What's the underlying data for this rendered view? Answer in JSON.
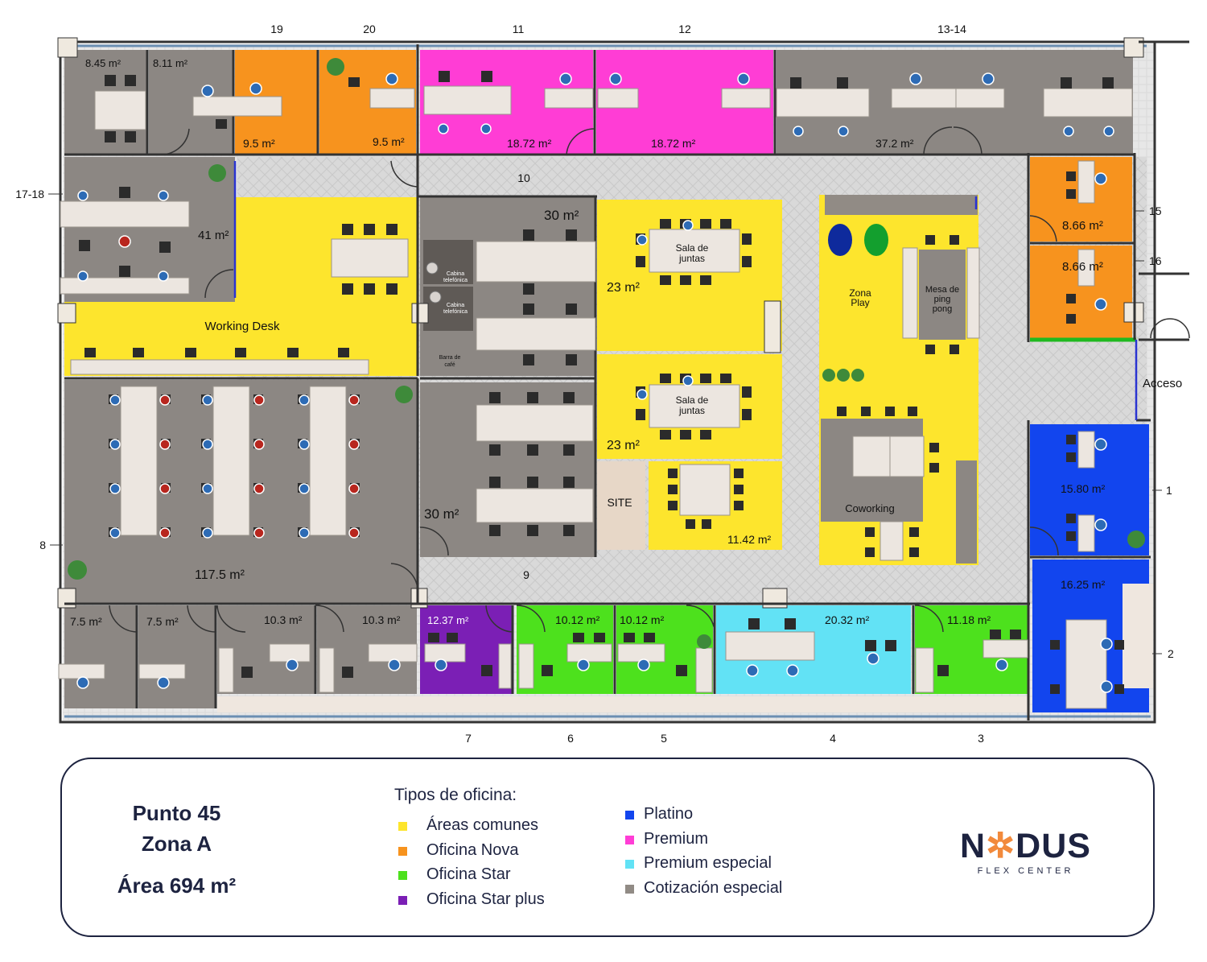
{
  "plan_title": {
    "line1": "Punto 45",
    "line2": "Zona A",
    "line3": "Área 694 m²"
  },
  "legend": {
    "heading": "Tipos de oficina:",
    "items": [
      {
        "label": "Áreas comunes",
        "color": "#fde52d"
      },
      {
        "label": "Oficina Nova",
        "color": "#f7931e"
      },
      {
        "label": "Oficina Star",
        "color": "#4de11d"
      },
      {
        "label": "Oficina Star plus",
        "color": "#7b1fb5"
      },
      {
        "label": "Platino",
        "color": "#1245ee"
      },
      {
        "label": "Premium",
        "color": "#ff3dd5"
      },
      {
        "label": "Premium especial",
        "color": "#62e2f5"
      },
      {
        "label": "Cotización especial",
        "color": "#918b85"
      }
    ]
  },
  "brand": {
    "name_prefix": "N",
    "name_mark": "✲",
    "name_suffix": "DUS",
    "subtitle": "FLEX CENTER"
  },
  "office_numbers": [
    "19",
    "20",
    "11",
    "12",
    "13-14",
    "10",
    "17-18",
    "15",
    "16",
    "Acceso",
    "1",
    "8",
    "9",
    "2",
    "7",
    "6",
    "5",
    "4",
    "3"
  ],
  "areas": {
    "top_8_45": "8.45 m²",
    "top_8_11": "8.11 m²",
    "o19": "9.5 m²",
    "o20": "9.5 m²",
    "o11": "18.72 m²",
    "o12": "18.72 m²",
    "o13": "37.2 m²",
    "o17": "41 m²",
    "o10": "30 m²",
    "sala1": "23 m²",
    "sala2": "23 m²",
    "o15": "8.66 m²",
    "o16": "8.66 m²",
    "o9": "30 m²",
    "meeting3": "11.42 m²",
    "o1": "15.80 m²",
    "o8": "117.5 m²",
    "o2": "16.25 m²",
    "b1": "7.5 m²",
    "b2": "7.5 m²",
    "b3": "10.3 m²",
    "b4": "10.3 m²",
    "o7": "12.37 m²",
    "o6": "10.12 m²",
    "o5": "10.12 m²",
    "o4": "20.32 m²",
    "o3": "11.18 m²"
  },
  "room_labels": {
    "working_desk": "Working Desk",
    "sala_a": "Sala de",
    "sala_b": "juntas",
    "cabina_a": "Cabina",
    "cabina_b": "telefónica",
    "barra_a": "Barra de",
    "barra_b": "café",
    "site": "SITE",
    "zona_a": "Zona",
    "zona_b": "Play",
    "ping_a": "Mesa de",
    "ping_b": "ping",
    "ping_c": "pong",
    "coworking": "Coworking"
  }
}
